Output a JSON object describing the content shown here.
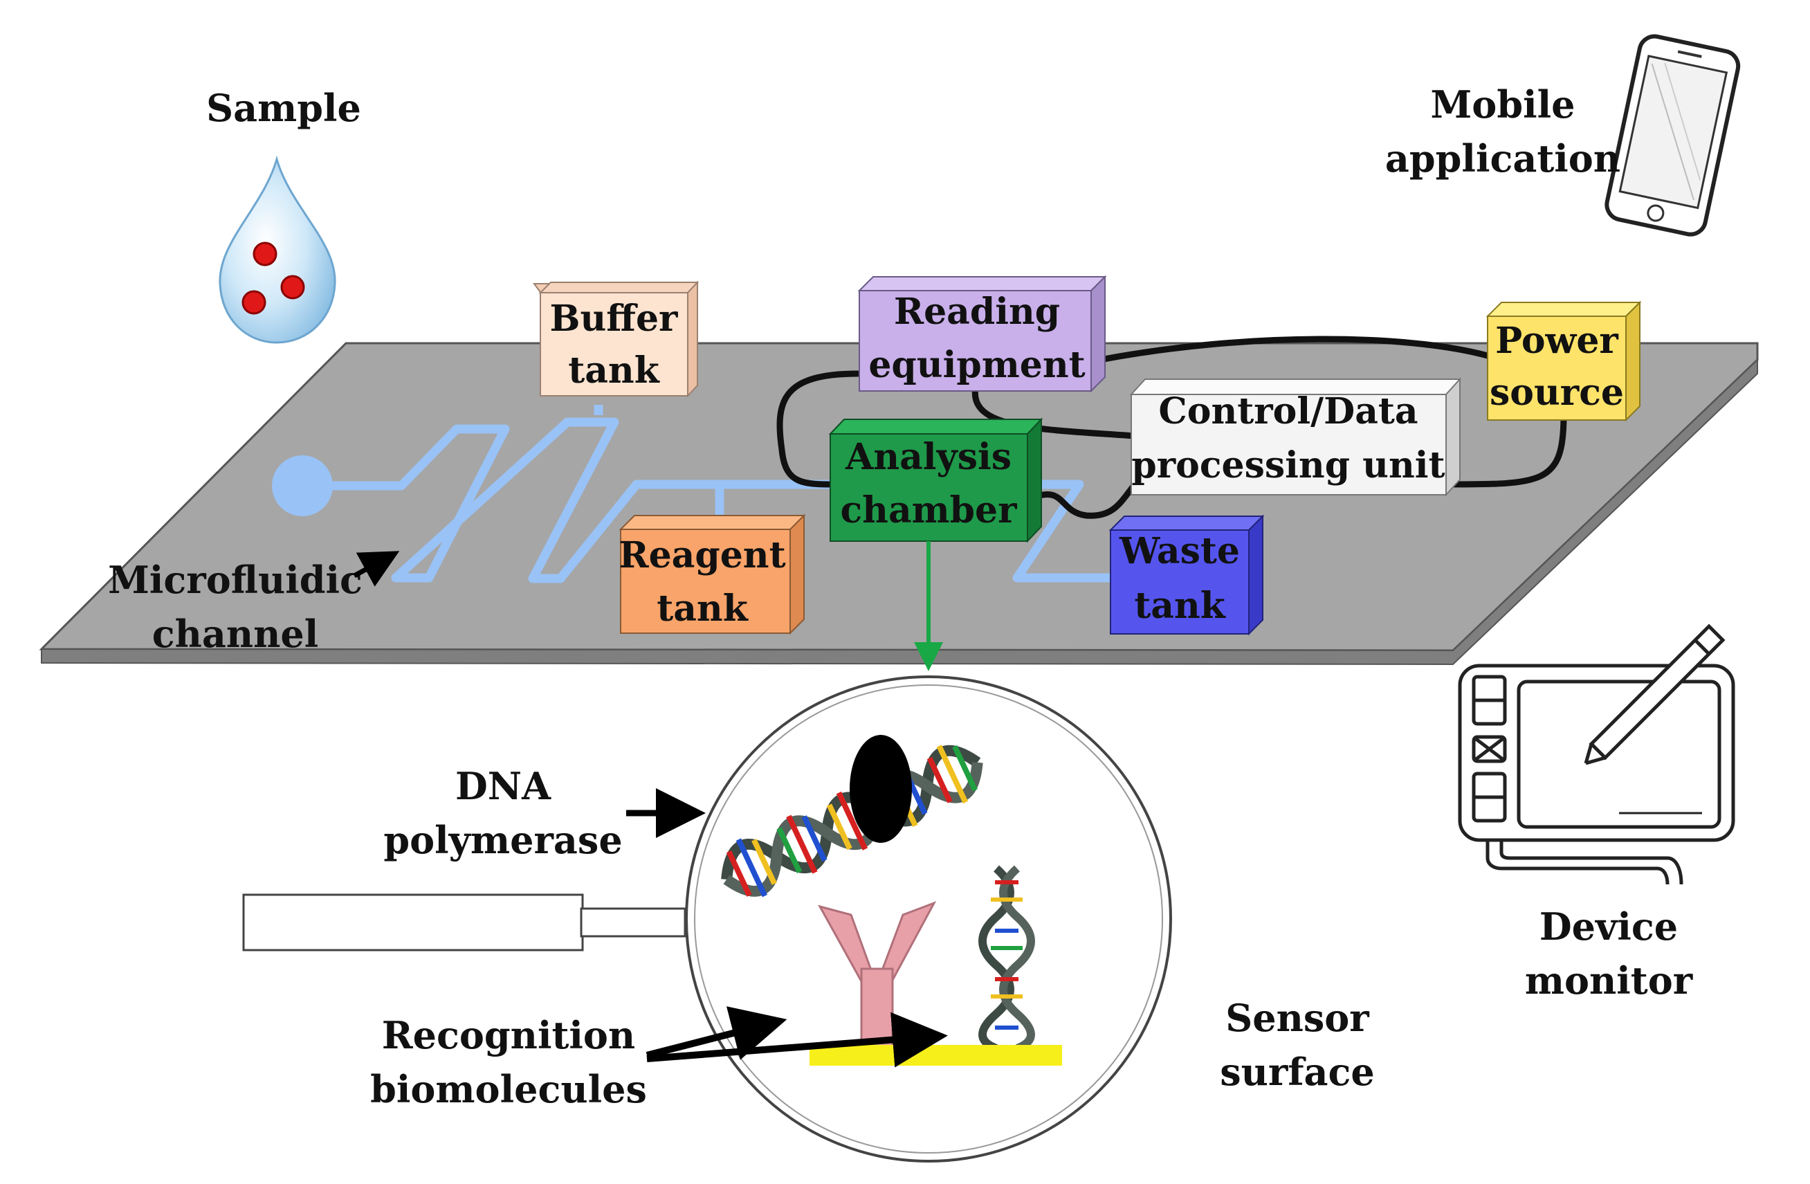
{
  "labels": {
    "sample": "Sample",
    "mobile_line1": "Mobile",
    "mobile_line2": "application",
    "micro_line1": "Microfluidic",
    "micro_line2": "channel",
    "dna_line1": "DNA",
    "dna_line2": "polymerase",
    "recog_line1": "Recognition",
    "recog_line2": "biomolecules",
    "sensor_line1": "Sensor",
    "sensor_line2": "surface",
    "device_line1": "Device",
    "device_line2": "monitor"
  },
  "boxes": {
    "buffer": {
      "line1": "Buffer",
      "line2": "tank",
      "color": "#fde4d0"
    },
    "reading": {
      "line1": "Reading",
      "line2": "equipment",
      "color": "#c9b0ea"
    },
    "power": {
      "line1": "Power",
      "line2": "source",
      "color": "#fde36a"
    },
    "control": {
      "line1": "Control/Data",
      "line2": "processing unit",
      "color": "#f4f4f4"
    },
    "analysis": {
      "line1": "Analysis",
      "line2": "chamber",
      "color": "#1f9a4a"
    },
    "reagent": {
      "line1": "Reagent",
      "line2": "tank",
      "color": "#f9a46a"
    },
    "waste": {
      "line1": "Waste",
      "line2": "tank",
      "color": "#5555ee"
    }
  },
  "colors": {
    "platform": "#a6a6a6",
    "channel": "#99c2f6",
    "sensor_surface": "#f7ef1a",
    "antibody": "#e8a0a8",
    "arrow_green": "#19a846",
    "sample_drop": "#a9d3ef",
    "sample_particles": "#e01818"
  }
}
